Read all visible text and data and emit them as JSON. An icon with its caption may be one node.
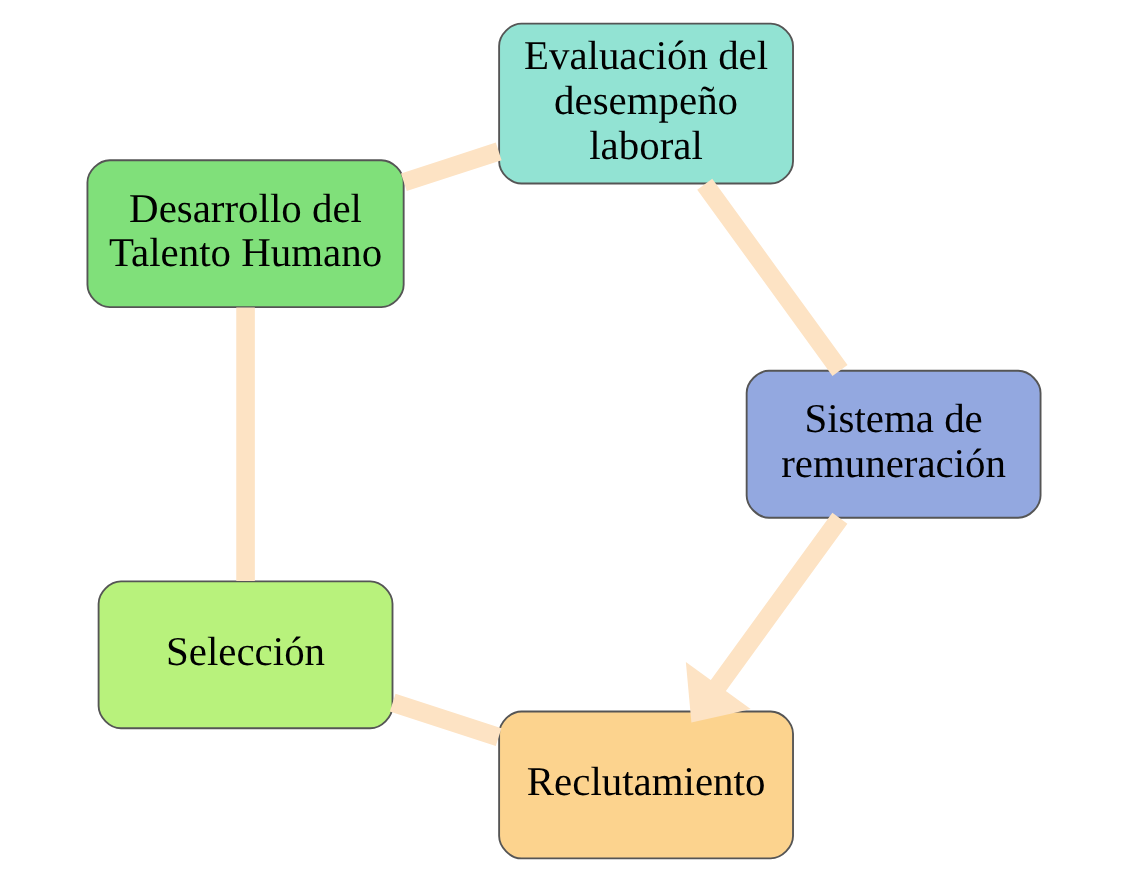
{
  "diagram": {
    "nodes": [
      {
        "text": [
          "Reclutamiento"
        ]
      },
      {
        "text": [
          "Selección"
        ]
      },
      {
        "text": [
          "Desarrollo del Talento Humano"
        ]
      },
      {
        "text": [
          "Evaluación del desempeño laboral"
        ]
      },
      {
        "text": [
          "Sistema de remuneración"
        ]
      }
    ],
    "edges": [
      {
        "from": 0,
        "to": 1,
        "arrow": "none"
      },
      {
        "from": 1,
        "to": 2,
        "arrow": "none"
      },
      {
        "from": 2,
        "to": 3,
        "arrow": "none"
      },
      {
        "from": 3,
        "to": 4,
        "arrow": "none"
      },
      {
        "from": 4,
        "to": 0,
        "arrow": "to"
      }
    ]
  }
}
